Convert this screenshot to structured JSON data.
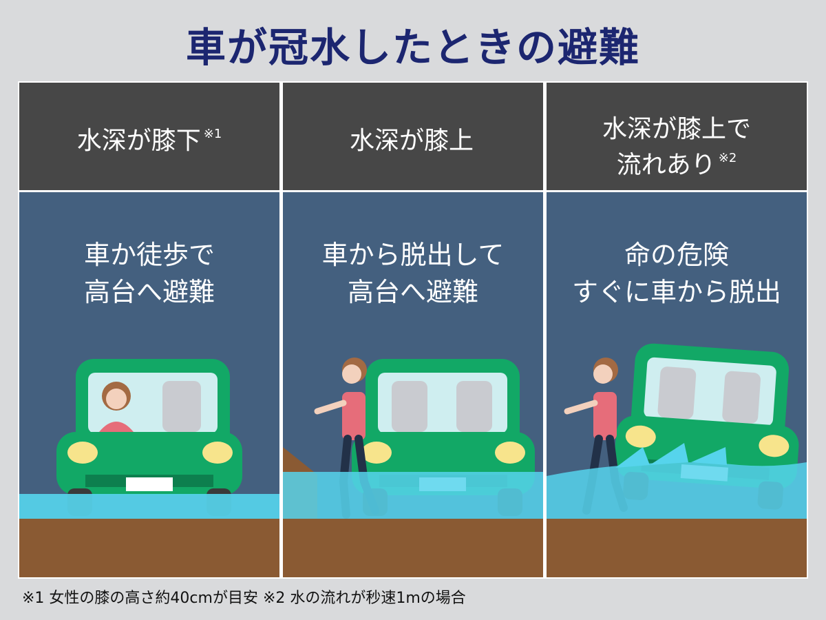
{
  "title": "車が冠水したときの避難",
  "columns": [
    {
      "header_lines": [
        "水深が膝下"
      ],
      "header_note": "※1",
      "message_lines": [
        "車か徒歩で",
        "高台へ避難"
      ]
    },
    {
      "header_lines": [
        "水深が膝上"
      ],
      "header_note": "",
      "message_lines": [
        "車から脱出して",
        "高台へ避難"
      ]
    },
    {
      "header_lines": [
        "水深が膝上で",
        "流れあり"
      ],
      "header_note": "※2",
      "message_lines": [
        "命の危険",
        "すぐに車から脱出"
      ]
    }
  ],
  "footnote": "※1 女性の膝の高さ約40cmが目安  ※2 水の流れが秒速1mの場合",
  "colors": {
    "title": "#1c2670",
    "header_bg": "#474747",
    "sky": "#44607f",
    "water": "#56d4ec",
    "ground": "#8a5a33",
    "car": "#12a866",
    "shirt": "#e66d7a",
    "hair": "#a36a43"
  }
}
